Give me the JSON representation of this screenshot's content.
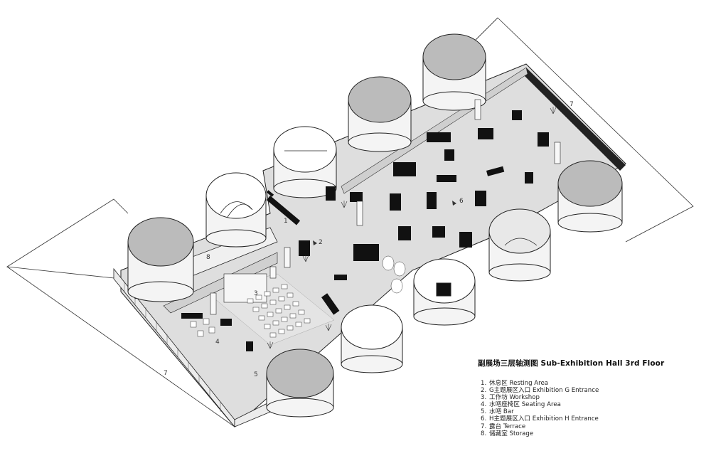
{
  "title": "副展场三层轴测图 Sub-Exhibition Hall 3rd Floor",
  "legend": [
    {
      "n": "1.",
      "label": "休息区 Resting Area"
    },
    {
      "n": "2.",
      "label": "G主题展区入口 Exhibition G Entrance"
    },
    {
      "n": "3.",
      "label": "工作坊 Workshop"
    },
    {
      "n": "4.",
      "label": "水吧座椅区 Seating Area"
    },
    {
      "n": "5.",
      "label": "水吧 Bar"
    },
    {
      "n": "6.",
      "label": "H主题展区入口 Exhibition H Entrance"
    },
    {
      "n": "7.",
      "label": "露台 Terrace"
    },
    {
      "n": "8.",
      "label": "储藏室 Storage"
    }
  ],
  "markers": [
    "1",
    "2",
    "3",
    "4",
    "5",
    "6",
    "7",
    "7",
    "8"
  ],
  "colors": {
    "floor": "#dedede",
    "wall": "#e9e9e9",
    "line": "#222222",
    "furniture": "#111111",
    "roof": "#bbbbbb"
  }
}
